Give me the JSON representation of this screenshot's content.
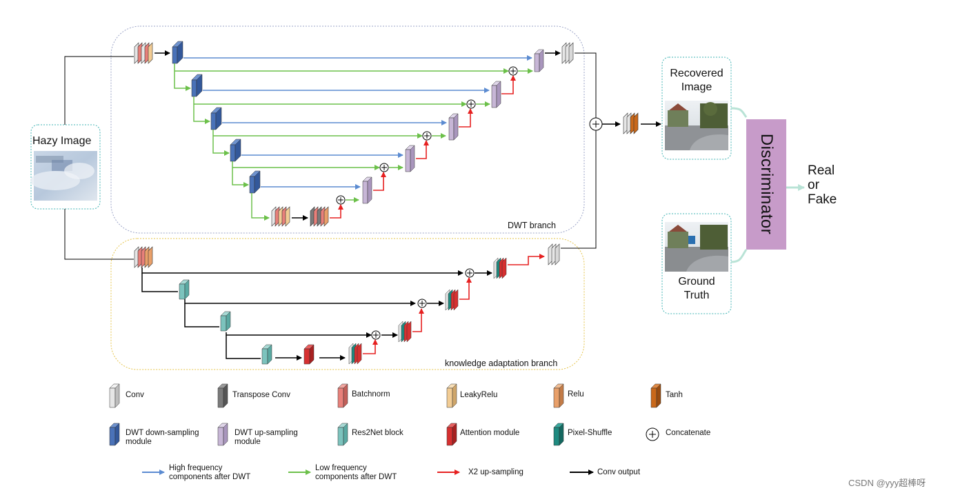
{
  "inputs": {
    "hazy_image": "Hazy Image"
  },
  "outputs": {
    "recovered_image": "Recovered\nImage",
    "ground_truth": "Ground\nTruth",
    "discriminator": "Discriminator",
    "real_or_fake": "Real\nor\nFake"
  },
  "branches": {
    "dwt": "DWT branch",
    "knowledge": "knowledge adaptation branch"
  },
  "legend": {
    "blocks": [
      {
        "key": "conv",
        "label": "Conv",
        "color": "#e6e6e6"
      },
      {
        "key": "transpose_conv",
        "label": "Transpose Conv",
        "color": "#7a7a7a"
      },
      {
        "key": "batchnorm",
        "label": "Batchnorm",
        "color": "#e8807a"
      },
      {
        "key": "leakyrelu",
        "label": "LeakyRelu",
        "color": "#f2cc94"
      },
      {
        "key": "relu",
        "label": "Relu",
        "color": "#e9a06a"
      },
      {
        "key": "tanh",
        "label": "Tanh",
        "color": "#c9681a"
      },
      {
        "key": "dwt_down",
        "label": "DWT down-sampling\nmodule",
        "color": "#4a72b8"
      },
      {
        "key": "dwt_up",
        "label": "DWT up-sampling\nmodule",
        "color": "#c7b6d6"
      },
      {
        "key": "res2net",
        "label": "Res2Net block",
        "color": "#7cc3bd"
      },
      {
        "key": "attention",
        "label": "Attention module",
        "color": "#d63030"
      },
      {
        "key": "pixel_shuffle",
        "label": "Pixel-Shuffle",
        "color": "#1f8a80"
      },
      {
        "key": "concatenate",
        "label": "Concatenate",
        "color": "#ffffff"
      }
    ],
    "arrows": [
      {
        "key": "high_freq",
        "label": "High frequency\ncomponents after DWT",
        "color": "#5b8bd1"
      },
      {
        "key": "low_freq",
        "label": "Low frequency\ncomponents after DWT",
        "color": "#6cc04a"
      },
      {
        "key": "x2_up",
        "label": "X2 up-sampling",
        "color": "#e62020"
      },
      {
        "key": "conv_out",
        "label": "Conv output",
        "color": "#000000"
      }
    ]
  },
  "colors": {
    "high_freq": "#5b8bd1",
    "low_freq": "#6cc04a",
    "x2_up": "#e62020",
    "conv_out": "#000000",
    "discriminator_fill": "#c79bc9",
    "dwt_box_border": "#9aa3c7",
    "ka_box_border": "#e6c44a",
    "image_box_border": "#3fb3b3",
    "discriminator_link": "#b9e3d6"
  },
  "watermark": "CSDN @yyy超棒呀"
}
